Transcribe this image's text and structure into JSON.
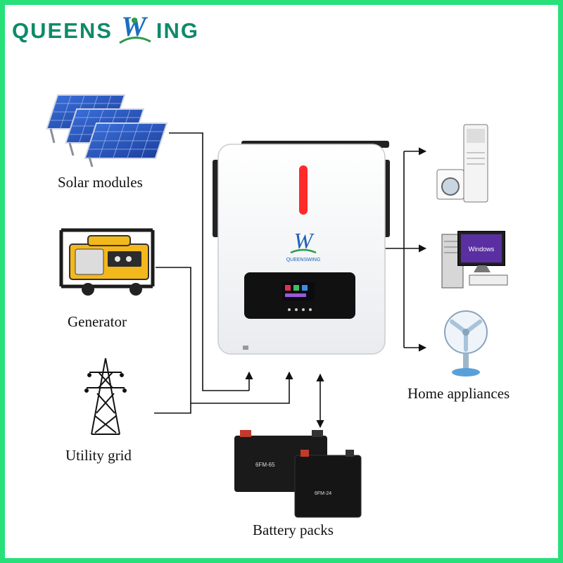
{
  "brand": {
    "left_text": "QUEENS",
    "right_text": "ING",
    "mark_letter": "W",
    "device_logo_text": "QUEENSWING",
    "primary_color": "#0f8a6a",
    "accent_color": "#2d9a4a"
  },
  "frame_color": "#27e07a",
  "sources": [
    {
      "label": "Solar modules",
      "icon": "solar-panels-icon"
    },
    {
      "label": "Generator",
      "icon": "generator-icon"
    },
    {
      "label": "Utility grid",
      "icon": "transmission-tower-icon"
    }
  ],
  "storage": {
    "label": "Battery packs",
    "icon": "battery-icon",
    "battery_models": [
      "6FM-65",
      "6FM-24"
    ]
  },
  "loads": {
    "label": "Home appliances",
    "items": [
      {
        "icon": "air-conditioner-washer-icon"
      },
      {
        "icon": "desktop-computer-icon",
        "screen_text": "Windows"
      },
      {
        "icon": "electric-fan-icon"
      }
    ]
  },
  "inverter": {
    "icon": "hybrid-inverter-icon",
    "indicator_color": "#ff2a2a"
  }
}
